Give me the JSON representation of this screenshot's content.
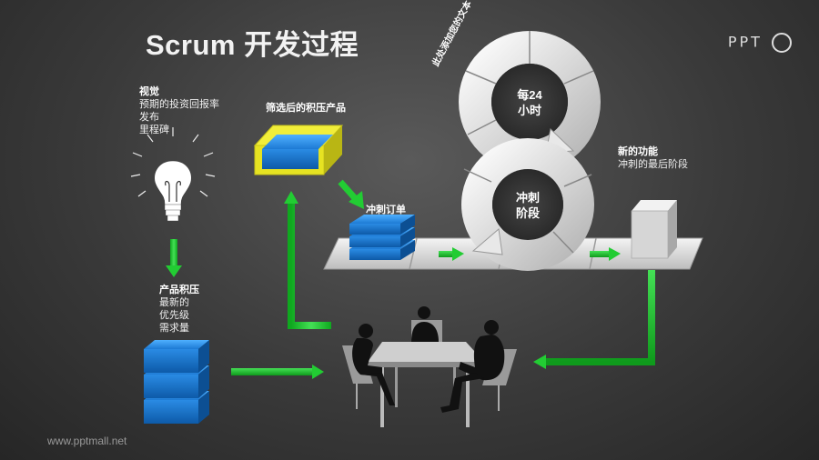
{
  "title": "Scrum 开发过程",
  "brand": "PPT",
  "footer_url": "www.pptmall.net",
  "vision": {
    "heading": "视觉",
    "lines": [
      "预期的投资回报率",
      "发布",
      "里程碑"
    ]
  },
  "product_backlog": {
    "heading": "产品积压",
    "lines": [
      "最新的",
      "优先级",
      "需求量"
    ]
  },
  "selected_backlog": "筛选后的积压产品",
  "sprint_backlog": "冲刺订单",
  "new_feature": {
    "heading": "新的功能",
    "line": "冲刺的最后阶段"
  },
  "daily_cycle": {
    "line1": "每24",
    "line2": "小时"
  },
  "sprint_cycle": {
    "line1": "冲刺",
    "line2": "阶段"
  },
  "arc_text": "此处添加您的文本",
  "colors": {
    "arrow_green": "#22cc33",
    "cube_blue": "#1e7fd6",
    "highlight_yellow": "#e8e622"
  }
}
